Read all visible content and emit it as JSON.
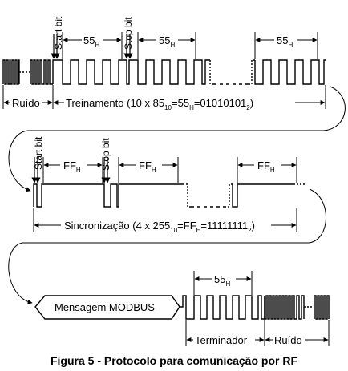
{
  "row1": {
    "start_bit": "Start bit",
    "stop_bit": "Stop bit",
    "byte_label_1": {
      "main": "55",
      "sub": "H"
    },
    "byte_label_2": {
      "main": "55",
      "sub": "H"
    },
    "byte_label_3": {
      "main": "55",
      "sub": "H"
    },
    "noise_label": "Ruído",
    "training_label": {
      "part1": "Treinamento (10 x 85",
      "sub1": "10",
      "part2": "=55",
      "sub2": "H",
      "part3": "=01010101",
      "sub3": "2",
      "part4": ")"
    }
  },
  "row2": {
    "start_bit": "Start bit",
    "stop_bit": "Stop bit",
    "byte_label_1": {
      "main": "FF",
      "sub": "H"
    },
    "byte_label_2": {
      "main": "FF",
      "sub": "H"
    },
    "byte_label_3": {
      "main": "FF",
      "sub": "H"
    },
    "sync_label": {
      "part1": "Sincronização (4 x 255",
      "sub1": "10",
      "part2": "=FF",
      "sub2": "H",
      "part3": "=11111111",
      "sub3": "2",
      "part4": ")"
    }
  },
  "row3": {
    "message_label": "Mensagem MODBUS",
    "byte_label": {
      "main": "55",
      "sub": "H"
    },
    "terminator_label": "Terminador",
    "noise_label": "Ruído"
  },
  "caption": "Figura 5 - Protocolo para comunicação por RF"
}
